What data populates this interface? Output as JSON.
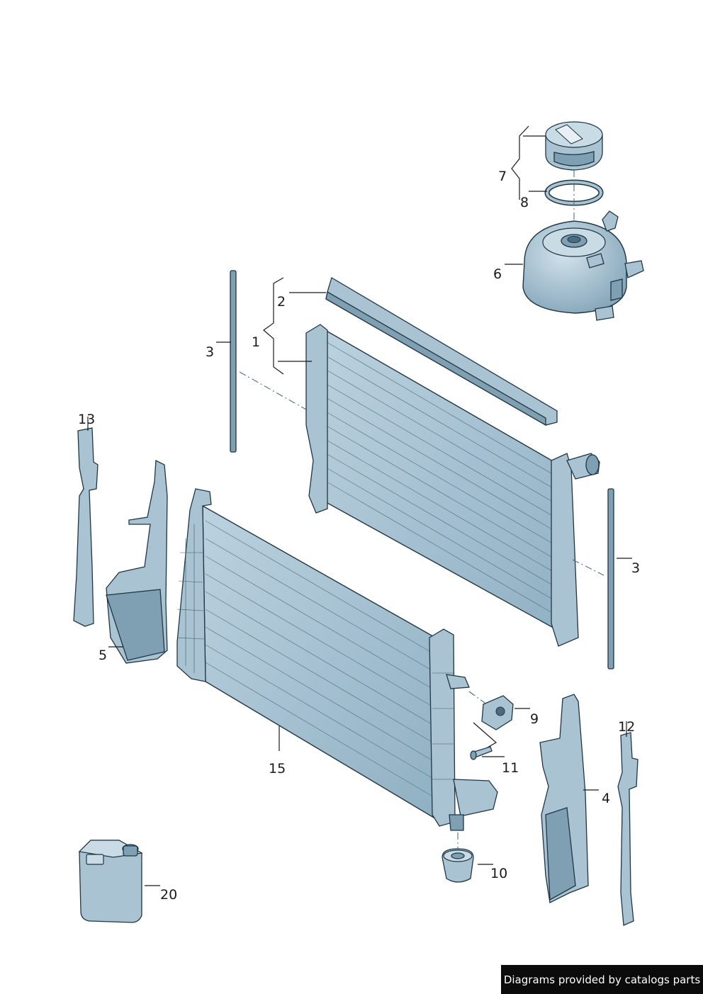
{
  "callouts": {
    "c1": "1",
    "c2": "2",
    "c3a": "3",
    "c3b": "3",
    "c4": "4",
    "c5": "5",
    "c6": "6",
    "c7": "7",
    "c8": "8",
    "c9": "9",
    "c10": "10",
    "c11": "11",
    "c12": "12",
    "c13": "13",
    "c15": "15",
    "c20": "20"
  },
  "credit": "Diagrams provided by catalogs parts",
  "colors": {
    "part_fill": "#a9c3d2",
    "outline": "#1f3645",
    "axis_line": "#4d6f85"
  }
}
